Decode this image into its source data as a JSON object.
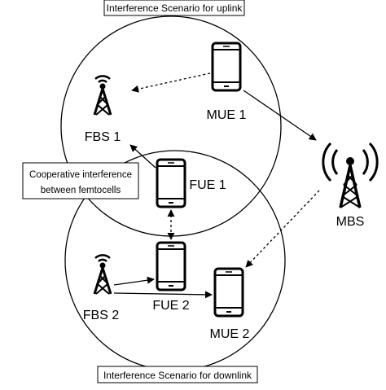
{
  "diagram": {
    "labels": {
      "uplink_title": "Interference Scenario for uplink",
      "downlink_title": "Interference Scenario for downlink",
      "coop_line1": "Cooperative interference",
      "coop_line2": "between femtocells",
      "mue1": "MUE 1",
      "mue2": "MUE 2",
      "fbs1": "FBS 1",
      "fbs2": "FBS 2",
      "fue1": "FUE 1",
      "fue2": "FUE 2",
      "mbs": "MBS"
    },
    "icons": [
      "tower-icon",
      "phone-icon"
    ]
  }
}
